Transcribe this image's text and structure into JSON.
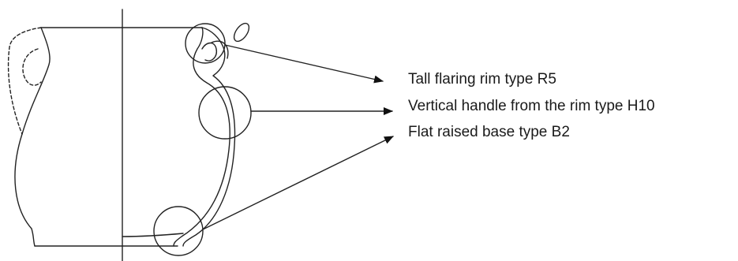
{
  "callouts": {
    "rim": "Tall flaring rim type R5",
    "handle": "Vertical handle from the rim type H10",
    "base": "Flat raised base type B2"
  }
}
